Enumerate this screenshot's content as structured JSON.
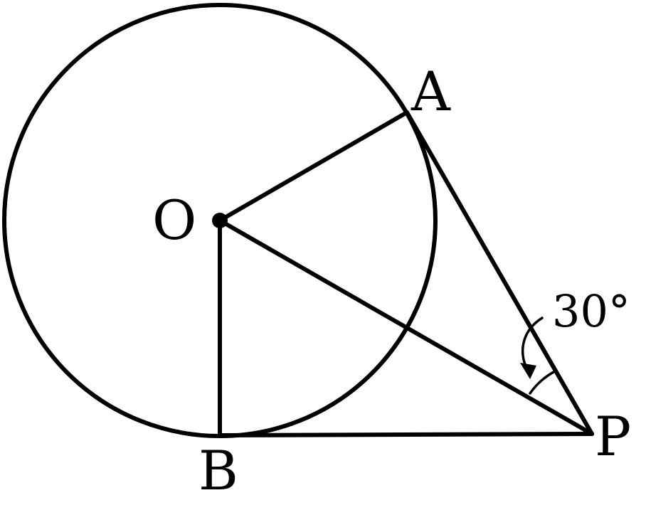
{
  "points": {
    "O": "O",
    "A": "A",
    "B": "B",
    "P": "P"
  },
  "angle_annotation": "30°",
  "colors": {
    "stroke": "#000000",
    "background": "#ffffff"
  }
}
